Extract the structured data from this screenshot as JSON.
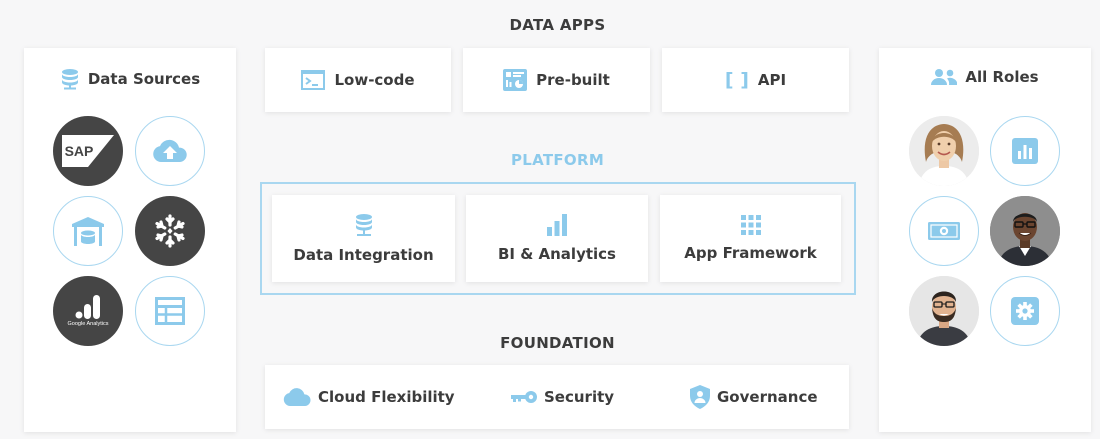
{
  "colors": {
    "accent": "#8ccaeb",
    "border": "#a9d7f0",
    "text": "#3c3c3c",
    "dark_circle": "#454545",
    "background": "#f7f7f8"
  },
  "sections": {
    "data_apps": "DATA APPS",
    "platform": "PLATFORM",
    "foundation": "FOUNDATION"
  },
  "data_sources": {
    "title": "Data Sources",
    "icon": "database-icon",
    "items": [
      {
        "name": "sap-logo",
        "label": "SAP",
        "style": "dark"
      },
      {
        "name": "cloud-upload-icon",
        "style": "outline"
      },
      {
        "name": "data-warehouse-icon",
        "style": "outline"
      },
      {
        "name": "snowflake-logo",
        "style": "dark"
      },
      {
        "name": "google-analytics-logo",
        "label": "Google Analytics",
        "style": "dark"
      },
      {
        "name": "spreadsheet-icon",
        "style": "outline"
      }
    ]
  },
  "data_apps": [
    {
      "label": "Low-code",
      "icon": "terminal-icon"
    },
    {
      "label": "Pre-built",
      "icon": "dashboard-icon"
    },
    {
      "label": "API",
      "icon": "brackets-icon",
      "glyph": "[ ]"
    }
  ],
  "platform": [
    {
      "label": "Data Integration",
      "icon": "database-icon"
    },
    {
      "label": "BI & Analytics",
      "icon": "bar-chart-icon"
    },
    {
      "label": "App Framework",
      "icon": "grid-icon"
    }
  ],
  "foundation": [
    {
      "label": "Cloud Flexibility",
      "icon": "cloud-icon"
    },
    {
      "label": "Security",
      "icon": "key-icon"
    },
    {
      "label": "Governance",
      "icon": "shield-icon"
    }
  ],
  "all_roles": {
    "title": "All Roles",
    "icon": "users-icon",
    "items": [
      {
        "name": "person-photo-woman",
        "style": "photo"
      },
      {
        "name": "bar-chart-icon",
        "style": "outline"
      },
      {
        "name": "money-icon",
        "style": "outline"
      },
      {
        "name": "person-photo-man-glasses",
        "style": "photo"
      },
      {
        "name": "person-photo-man-beard",
        "style": "photo"
      },
      {
        "name": "gear-icon",
        "style": "outline"
      }
    ]
  }
}
